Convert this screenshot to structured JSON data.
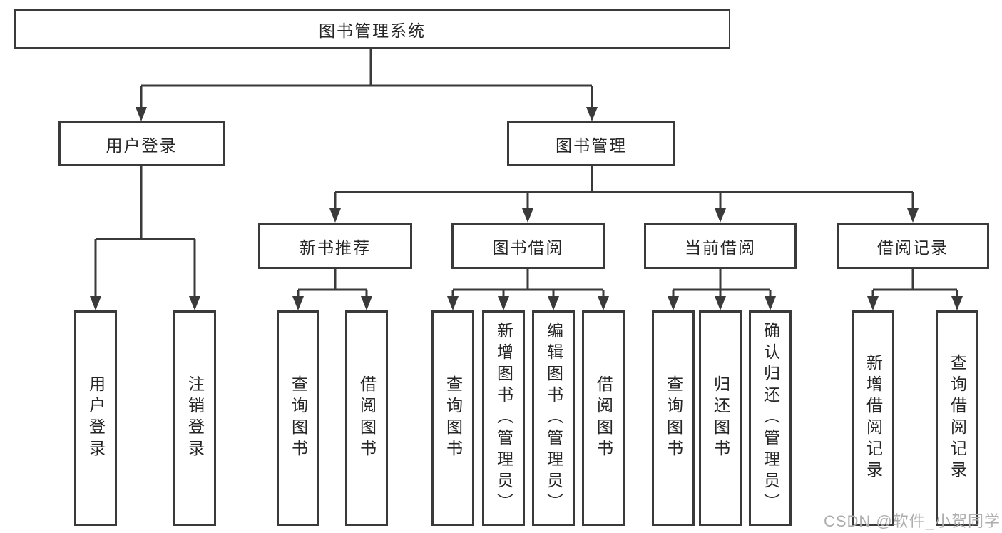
{
  "diagram": {
    "title": "图书管理系统",
    "level2": {
      "user_login": "用户登录",
      "book_mgmt": "图书管理"
    },
    "level3": {
      "new_books": "新书推荐",
      "book_borrow": "图书借阅",
      "current_borrow": "当前借阅",
      "borrow_records": "借阅记录"
    },
    "leaves": {
      "user_login": [
        "用户登录",
        "注销登录"
      ],
      "new_books": [
        "查询图书",
        "借阅图书"
      ],
      "book_borrow": [
        "查询图书",
        "新增图书（管理员）",
        "编辑图书（管理员）",
        "借阅图书"
      ],
      "current_borrow": [
        "查询图书",
        "归还图书",
        "确认归还（管理员）"
      ],
      "borrow_records": [
        "新增借阅记录",
        "查询借阅记录"
      ]
    },
    "watermark": "CSDN @软件_小贺同学",
    "colors": {
      "line": "#3a3a3a",
      "border": "#3a3a3a",
      "text": "#262626",
      "watermark": "#aeaeae",
      "background": "#ffffff"
    }
  }
}
